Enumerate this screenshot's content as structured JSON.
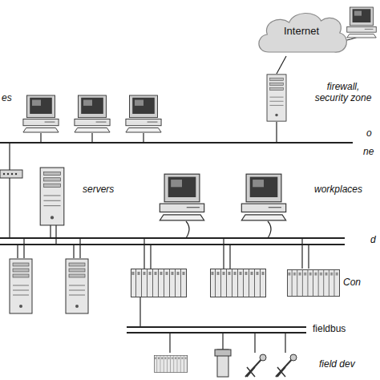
{
  "diagram": {
    "nodes": [
      {
        "text": [
          "Internet"
        ]
      }
    ],
    "labels": [
      "firewall, security zone",
      "es",
      "o",
      "ne",
      "servers",
      "workplaces",
      "d",
      "Con",
      "fieldbus",
      "field dev"
    ]
  }
}
